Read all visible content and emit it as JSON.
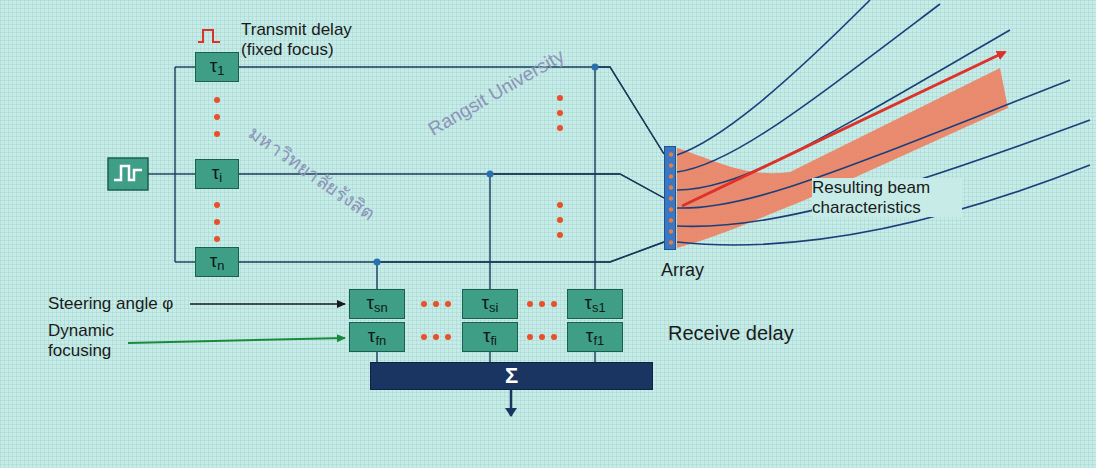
{
  "diagram": {
    "nodes": [
      {
        "text": [
          "τ1"
        ]
      },
      {
        "text": [
          "τi"
        ]
      },
      {
        "text": [
          "τn"
        ]
      },
      {
        "text": [
          "Array"
        ]
      },
      {
        "text": [
          "τsn"
        ]
      },
      {
        "text": [
          "τsi"
        ]
      },
      {
        "text": [
          "τs1"
        ]
      },
      {
        "text": [
          "τfn"
        ]
      },
      {
        "text": [
          "τfi"
        ]
      },
      {
        "text": [
          "τf1"
        ]
      },
      {
        "text": [
          "Σ"
        ]
      }
    ],
    "edges": [
      {
        "from": 0,
        "to": 3,
        "arrow": "none"
      },
      {
        "from": 1,
        "to": 3,
        "arrow": "none"
      },
      {
        "from": 2,
        "to": 3,
        "arrow": "none"
      },
      {
        "from": 3,
        "to": 6,
        "arrow": "none"
      },
      {
        "from": 3,
        "to": 5,
        "arrow": "none"
      },
      {
        "from": 3,
        "to": 4,
        "arrow": "none"
      },
      {
        "from": 7,
        "to": 10,
        "arrow": "none"
      },
      {
        "from": 8,
        "to": 10,
        "arrow": "none"
      },
      {
        "from": 9,
        "to": 10,
        "arrow": "none"
      }
    ],
    "labels": [
      "Transmit delay (fixed focus)",
      "Resulting beam characteristics",
      "Steering angle φ",
      "Dynamic focusing",
      "Receive delay",
      "มหาวิทยาลัยรังสิต",
      "Rangsit University"
    ]
  }
}
